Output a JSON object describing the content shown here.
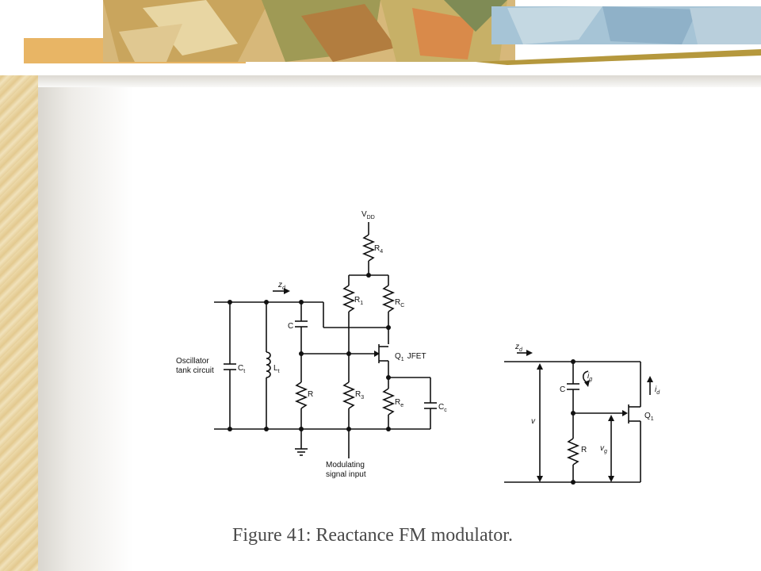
{
  "caption": "Figure 41: Reactance FM modulator.",
  "main_circuit": {
    "vdd": "V",
    "vdd_sub": "DD",
    "r4": "R",
    "r4_sub": "4",
    "r1": "R",
    "r1_sub": "1",
    "rc": "R",
    "rc_sub": "C",
    "zd": "z",
    "zd_sub": "d",
    "c": "C",
    "q1": "Q",
    "q1_sub": "1",
    "q1_type": "JFET",
    "osc_line1": "Oscillator",
    "osc_line2": "tank circuit",
    "ct": "C",
    "ct_sub": "t",
    "lt": "L",
    "lt_sub": "t",
    "r": "R",
    "r3": "R",
    "r3_sub": "3",
    "re": "R",
    "re_sub": "e",
    "cc": "C",
    "cc_sub": "c",
    "mod_line1": "Modulating",
    "mod_line2": "signal input"
  },
  "equiv_circuit": {
    "zd": "z",
    "zd_sub": "d",
    "ig": "i",
    "ig_sub": "g",
    "id": "i",
    "id_sub": "d",
    "c": "C",
    "q1": "Q",
    "q1_sub": "1",
    "v": "v",
    "r": "R",
    "vg": "v",
    "vg_sub": "g"
  }
}
